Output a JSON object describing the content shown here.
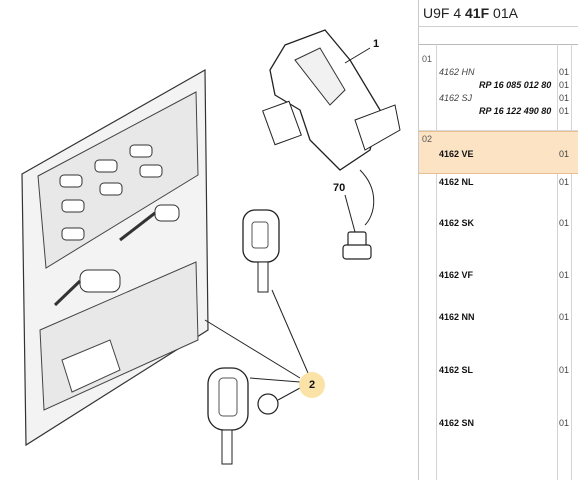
{
  "header": {
    "code_part1": "U9F 4",
    "code_part2": "41F",
    "code_part3": "01A"
  },
  "callouts": {
    "c1": "1",
    "c70": "70",
    "c2": "2"
  },
  "parts": {
    "group1_idx": "01",
    "group2_idx": "02",
    "rows": [
      {
        "ref": "4162 HN",
        "num": "",
        "qty": "01"
      },
      {
        "ref": "",
        "num": "RP 16 085 012 80",
        "qty": "01"
      },
      {
        "ref": "4162 SJ",
        "num": "",
        "qty": "01"
      },
      {
        "ref": "",
        "num": "RP 16 122 490 80",
        "qty": "01"
      },
      {
        "ref": "4162 VE",
        "num": "",
        "qty": "01"
      },
      {
        "ref": "4162 NL",
        "num": "",
        "qty": "01"
      },
      {
        "ref": "4162 SK",
        "num": "",
        "qty": "01"
      },
      {
        "ref": "4162 VF",
        "num": "",
        "qty": "01"
      },
      {
        "ref": "4162 NN",
        "num": "",
        "qty": "01"
      },
      {
        "ref": "4162 SL",
        "num": "",
        "qty": "01"
      },
      {
        "ref": "4162 SN",
        "num": "",
        "qty": "01"
      }
    ]
  },
  "colors": {
    "highlight": "#fbe3c4",
    "callout_bg": "#fbe3a8"
  }
}
